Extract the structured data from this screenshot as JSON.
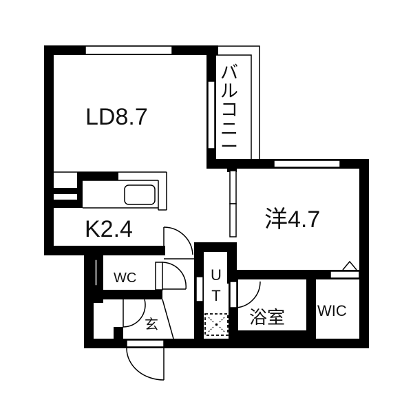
{
  "floorplan": {
    "rooms": {
      "ld": {
        "label": "LD8.7",
        "type": "LD",
        "size_jo": 8.7
      },
      "kitchen": {
        "label": "K2.4",
        "type": "K",
        "size_jo": 2.4
      },
      "western_room": {
        "label": "洋4.7",
        "type": "洋",
        "size_jo": 4.7
      },
      "balcony": {
        "label_chars": [
          "バ",
          "ル",
          "コ",
          "ニ",
          "ー"
        ],
        "label": "バルコニー"
      },
      "wc": {
        "label": "WC"
      },
      "utility": {
        "label_chars": [
          "U",
          "T"
        ],
        "label": "UT"
      },
      "bathroom": {
        "label": "浴室"
      },
      "wic": {
        "label": "WIC"
      },
      "entrance": {
        "label": "玄"
      }
    },
    "colors": {
      "wall": "#000000",
      "background": "#ffffff",
      "text": "#111111"
    }
  }
}
